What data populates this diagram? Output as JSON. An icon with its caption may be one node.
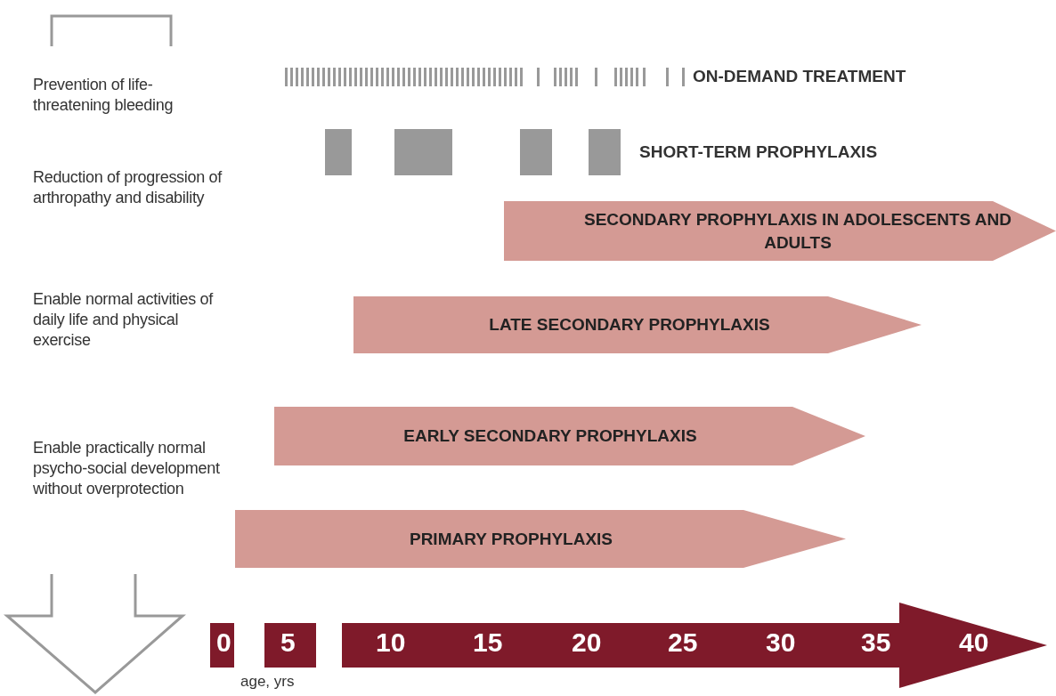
{
  "diagram": {
    "nodes": [
      {
        "text": [
          "SECONDARY PROPHYLAXIS IN ADOLESCENTS AND ADULTS"
        ]
      },
      {
        "text": [
          "LATE SECONDARY PROPHYLAXIS"
        ]
      },
      {
        "text": [
          "EARLY SECONDARY PROPHYLAXIS"
        ]
      },
      {
        "text": [
          "PRIMARY PROPHYLAXIS"
        ]
      }
    ],
    "edges": [],
    "labels": [
      "Prevention of life-threatening bleeding",
      "Reduction of progression of arthropathy and disability",
      "Enable normal activities of daily life and physical exercise",
      "Enable practically normal psycho-social development without overprotection",
      "ON-DEMAND TREATMENT",
      "SHORT-TERM PROPHYLAXIS",
      "0",
      "5",
      "10",
      "15",
      "20",
      "25",
      "30",
      "35",
      "40",
      "age, yrs"
    ]
  }
}
